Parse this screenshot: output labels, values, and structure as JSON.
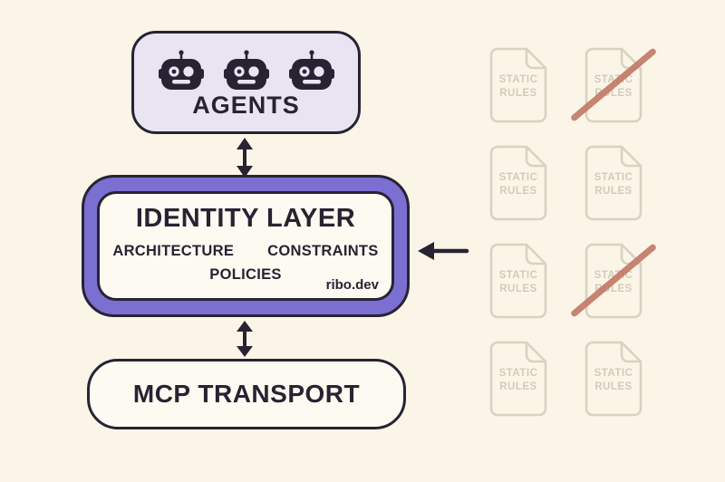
{
  "colors": {
    "bg": "#fbf5e7",
    "ink": "#272333",
    "lavender": "#e8e4f2",
    "purple": "#7b6fd1",
    "cream": "#fdfaf1",
    "muted": "#d9d2c1",
    "muted-text": "#d2cbbb",
    "strike": "#c17a67"
  },
  "agents_box": {
    "label": "AGENTS",
    "robot_count": 3
  },
  "identity_box": {
    "title": "IDENTITY LAYER",
    "items": [
      "ARCHITECTURE",
      "CONSTRAINTS",
      "POLICIES"
    ],
    "brand": "ribo.dev"
  },
  "transport_box": {
    "label": "MCP TRANSPORT"
  },
  "static_rules": {
    "doc_label_line1": "STATIC",
    "doc_label_line2": "RULES",
    "docs": [
      {
        "struck": false
      },
      {
        "struck": true
      },
      {
        "struck": false
      },
      {
        "struck": false
      },
      {
        "struck": false
      },
      {
        "struck": true
      },
      {
        "struck": false
      },
      {
        "struck": false
      }
    ]
  }
}
